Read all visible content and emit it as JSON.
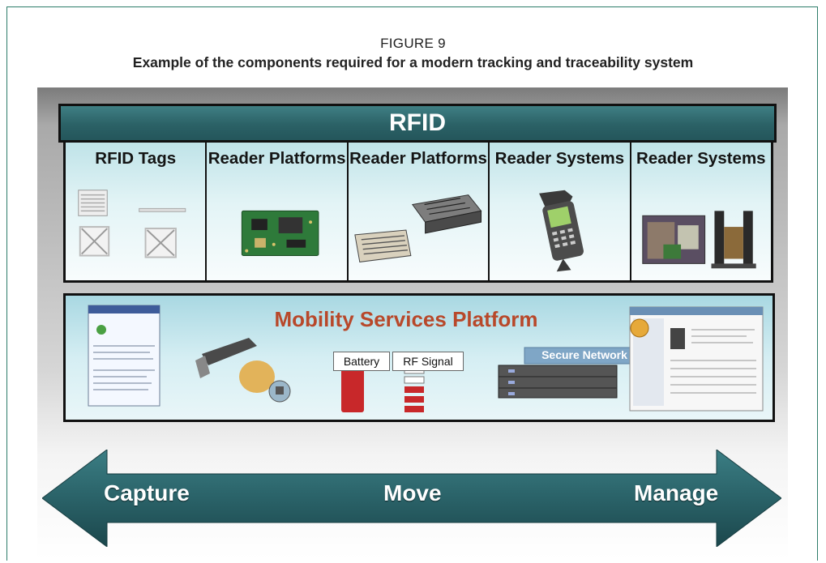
{
  "figure": {
    "label": "FIGURE 9",
    "caption": "Example of the components required for a modern tracking and traceability system"
  },
  "rfid": {
    "header": "RFID",
    "columns": [
      {
        "title": "RFID Tags",
        "icon": "rfid-tags-illustration"
      },
      {
        "title": "Reader Platforms",
        "icon": "circuit-board-illustration"
      },
      {
        "title": "Reader Platforms",
        "icon": "reader-device-illustration"
      },
      {
        "title": "Reader Systems",
        "icon": "handheld-scanner-illustration"
      },
      {
        "title": "Reader Systems",
        "icon": "portal-reader-illustration"
      }
    ]
  },
  "platform": {
    "title": "Mobility Services Platform",
    "battery_label": "Battery",
    "rf_label": "RF Signal",
    "network_label": "Secure Network",
    "colors": {
      "title": "#b8482a",
      "battery": "#c8282a"
    }
  },
  "flow": {
    "left": "Capture",
    "center": "Move",
    "right": "Manage",
    "color": "#2b6166"
  }
}
